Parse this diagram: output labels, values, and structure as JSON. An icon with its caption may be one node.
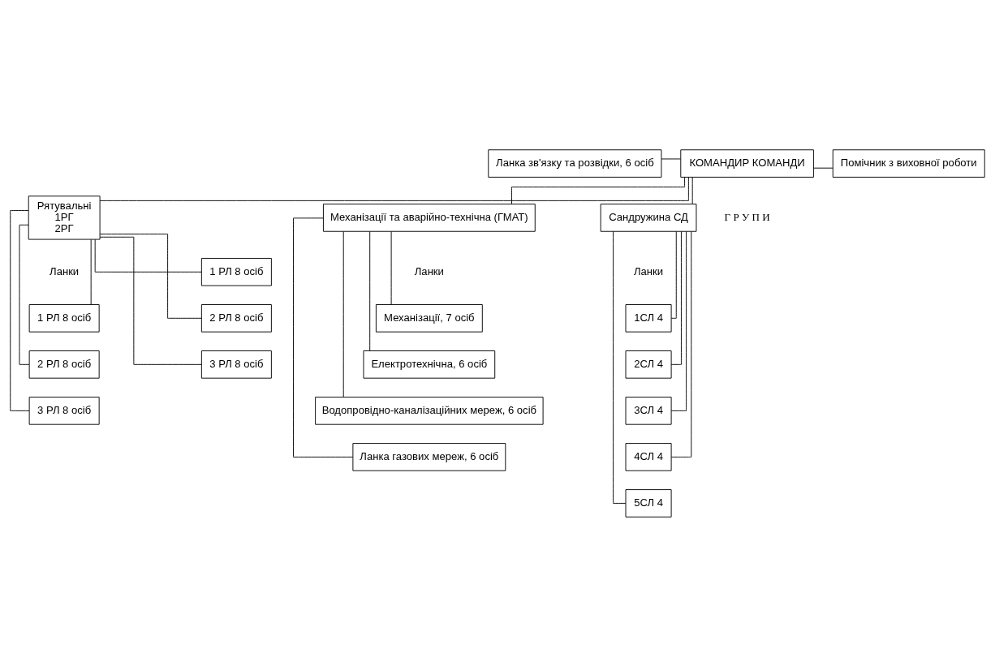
{
  "diagram": {
    "nodes": [
      {
        "text": [
          "КОМАНДИР КОМАНДИ"
        ]
      },
      {
        "text": [
          "Ланка зв'язку та розвідки, 6 осіб"
        ]
      },
      {
        "text": [
          "Помічник з виховної роботи"
        ]
      },
      {
        "text": [
          "Рятувальні",
          "1РГ",
          "2РГ"
        ]
      },
      {
        "text": [
          "Механізації та аварійно-технічна (ГМАТ)"
        ]
      },
      {
        "text": [
          "Сандружина СД"
        ]
      },
      {
        "text": [
          "1 РЛ 8 осіб"
        ]
      },
      {
        "text": [
          "2 РЛ 8 осіб"
        ]
      },
      {
        "text": [
          "3 РЛ 8 осіб"
        ]
      },
      {
        "text": [
          "1 РЛ 8 осіб"
        ]
      },
      {
        "text": [
          "2 РЛ 8 осіб"
        ]
      },
      {
        "text": [
          "3 РЛ 8 осіб"
        ]
      },
      {
        "text": [
          "Механізації, 7 осіб"
        ]
      },
      {
        "text": [
          "Електротехнічна, 6 осіб"
        ]
      },
      {
        "text": [
          "Водопровідно-каналізаційних мереж, 6 осіб"
        ]
      },
      {
        "text": [
          "Ланка газових мереж, 6 осіб"
        ]
      },
      {
        "text": [
          "1СЛ 4"
        ]
      },
      {
        "text": [
          "2СЛ 4"
        ]
      },
      {
        "text": [
          "3СЛ 4"
        ]
      },
      {
        "text": [
          "4СЛ 4"
        ]
      },
      {
        "text": [
          "5СЛ 4"
        ]
      }
    ],
    "edges": [
      {
        "from": 0,
        "to": 1,
        "arrow": "none"
      },
      {
        "from": 0,
        "to": 2,
        "arrow": "none"
      },
      {
        "from": 0,
        "to": 3,
        "arrow": "none"
      },
      {
        "from": 0,
        "to": 4,
        "arrow": "none"
      },
      {
        "from": 0,
        "to": 5,
        "arrow": "none"
      },
      {
        "from": 3,
        "to": 6,
        "arrow": "none"
      },
      {
        "from": 3,
        "to": 7,
        "arrow": "none"
      },
      {
        "from": 3,
        "to": 8,
        "arrow": "none"
      },
      {
        "from": 3,
        "to": 9,
        "arrow": "none"
      },
      {
        "from": 3,
        "to": 10,
        "arrow": "none"
      },
      {
        "from": 3,
        "to": 11,
        "arrow": "none"
      },
      {
        "from": 4,
        "to": 12,
        "arrow": "none"
      },
      {
        "from": 4,
        "to": 13,
        "arrow": "none"
      },
      {
        "from": 4,
        "to": 14,
        "arrow": "none"
      },
      {
        "from": 4,
        "to": 15,
        "arrow": "none"
      },
      {
        "from": 5,
        "to": 16,
        "arrow": "none"
      },
      {
        "from": 5,
        "to": 17,
        "arrow": "none"
      },
      {
        "from": 5,
        "to": 18,
        "arrow": "none"
      },
      {
        "from": 5,
        "to": 19,
        "arrow": "none"
      },
      {
        "from": 5,
        "to": 20,
        "arrow": "none"
      }
    ],
    "labels": [
      "Г Р У П И",
      "Ланки",
      "Ланки",
      "Ланки"
    ]
  }
}
